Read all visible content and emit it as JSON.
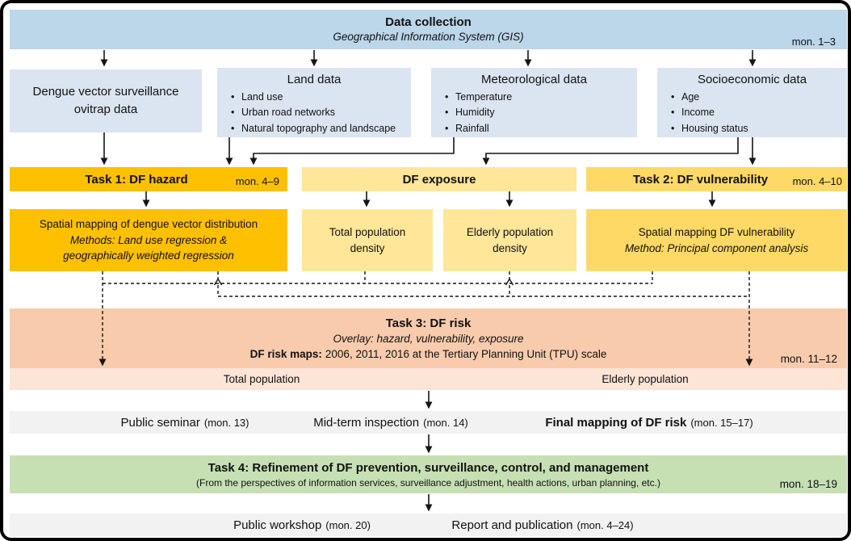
{
  "header": {
    "title": "Data collection",
    "subtitle": "Geographical Information System (GIS)",
    "months": "mon. 1–3"
  },
  "data_boxes": {
    "dengue": {
      "title_line1": "Dengue vector surveillance",
      "title_line2": "ovitrap data"
    },
    "land": {
      "title": "Land data",
      "bullets": [
        "Land use",
        "Urban road networks",
        "Natural topography and landscape"
      ]
    },
    "meteo": {
      "title": "Meteorological data",
      "bullets": [
        "Temperature",
        "Humidity",
        "Rainfall"
      ]
    },
    "socio": {
      "title": "Socioeconomic data",
      "bullets": [
        "Age",
        "Income",
        "Housing status"
      ]
    }
  },
  "tasks": {
    "task1": {
      "label": "Task 1: DF hazard",
      "months": "mon. 4–9"
    },
    "exposure": {
      "label": "DF exposure"
    },
    "task2": {
      "label": "Task 2: DF vulnerability",
      "months": "mon. 4–10"
    }
  },
  "sub_boxes": {
    "hazard_mapping": {
      "line1": "Spatial mapping of dengue vector distribution",
      "line2": "Methods: Land use regression &",
      "line3": "geographically weighted regression"
    },
    "total_density": {
      "line1": "Total population",
      "line2": "density"
    },
    "elderly_density": {
      "line1": "Elderly population",
      "line2": "density"
    },
    "vulnerability_mapping": {
      "line1": "Spatial mapping DF vulnerability",
      "line2": "Method: Principal component analysis"
    }
  },
  "task3": {
    "title": "Task 3: DF risk",
    "subtitle": "Overlay: hazard, vulnerability, exposure",
    "maps_bold": "DF risk maps:",
    "maps_rest": "2006, 2011, 2016 at the Tertiary Planning Unit (TPU) scale",
    "months": "mon. 11–12"
  },
  "population_strip": {
    "total": "Total population",
    "elderly": "Elderly population"
  },
  "milestones_row1": {
    "seminar": "Public seminar",
    "seminar_months": "(mon. 13)",
    "inspection": "Mid-term inspection",
    "inspection_months": "(mon. 14)",
    "final_mapping": "Final mapping of DF risk",
    "final_mapping_months": "(mon. 15–17)"
  },
  "task4": {
    "title": "Task 4: Refinement of DF prevention, surveillance, control, and management",
    "subtitle": "(From the perspectives of information services, surveillance adjustment, health actions, urban planning, etc.)",
    "months": "mon. 18–19"
  },
  "milestones_row2": {
    "workshop": "Public workshop",
    "workshop_months": "(mon. 20)",
    "report": "Report and publication",
    "report_months": "(mon. 4–24)"
  },
  "colors": {
    "collection_bar": "#BCD6EA",
    "data_box": "#DBE5F1",
    "hazard": "#FFC000",
    "vulnerability": "#FFD965",
    "exposure": "#FFE699",
    "risk_band": "#F8CBAD",
    "risk_strip": "#FCE4D6",
    "milestone_bar": "#F2F2F2",
    "task4_bar": "#C6E0B4"
  }
}
